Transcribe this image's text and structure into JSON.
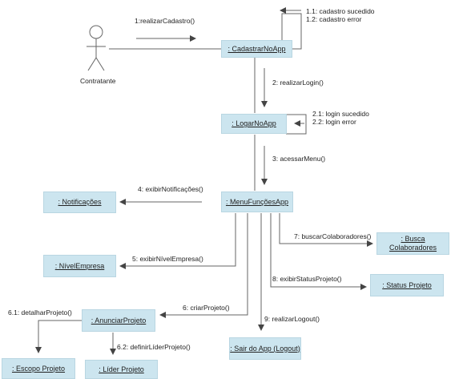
{
  "actor": {
    "label": "Contratante"
  },
  "objects": {
    "cadastrar": ": CadastrarNoApp",
    "logar": ": LogarNoApp",
    "menu": ": MenuFunçõesApp",
    "notificacoes": ": Notificações",
    "buscaColab": ": Busca\nColaboradores",
    "nivelEmpresa": ": NívelEmpresa",
    "statusProjeto": ": Status Projeto",
    "anunciar": ": AnunciarProjeto",
    "sair": ": Sair do App (Logout)",
    "escopo": ": Escopo Projeto",
    "lider": ": Líder Projeto"
  },
  "messages": {
    "m1": "1:realizarCadastro()",
    "m11": "1.1: cadastro sucedido",
    "m12": "1.2: cadastro error",
    "m2": "2: realizarLogin()",
    "m21": "2.1: login sucedido",
    "m22": "2.2: login error",
    "m3": "3: acessarMenu()",
    "m4": "4: exibirNotificações()",
    "m5": "5: exibirNívelEmpresa()",
    "m6": "6: criarProjeto()",
    "m61": "6.1: detalharProjeto()",
    "m62": "6.2: definirLíderProjeto()",
    "m7": "7: buscarColaboradores()",
    "m8": "8: exibirStatusProjeto()",
    "m9": "9: realizarLogout()"
  }
}
